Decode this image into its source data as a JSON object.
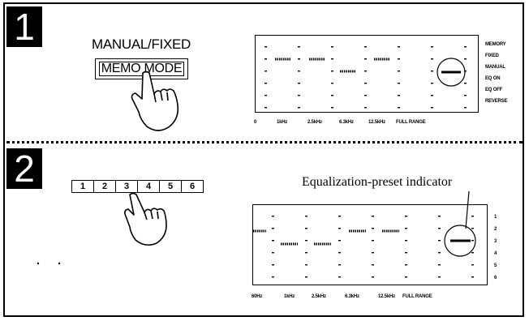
{
  "step1": {
    "number": "1",
    "title": "MANUAL/FIXED",
    "button_label": "MEMO MODE",
    "mode_labels": [
      "MEMORY",
      "FIXED",
      "MANUAL",
      "EQ ON",
      "EQ OFF",
      "REVERSE"
    ],
    "freq_labels": [
      "0",
      "1kHz",
      "2.5kHz",
      "6.3kHz",
      "12.5kHz",
      "FULL RANGE"
    ]
  },
  "step2": {
    "number": "2",
    "preset_buttons": [
      "1",
      "2",
      "3",
      "4",
      "5",
      "6"
    ],
    "indicator_label": "Equalization-preset indicator",
    "preset_numbers": [
      "1",
      "2",
      "3",
      "4",
      "5",
      "6"
    ],
    "freq_labels": [
      "60Hz",
      "1kHz",
      "2.5kHz",
      "6.3kHz",
      "12.5kHz",
      "FULL RANGE"
    ]
  }
}
